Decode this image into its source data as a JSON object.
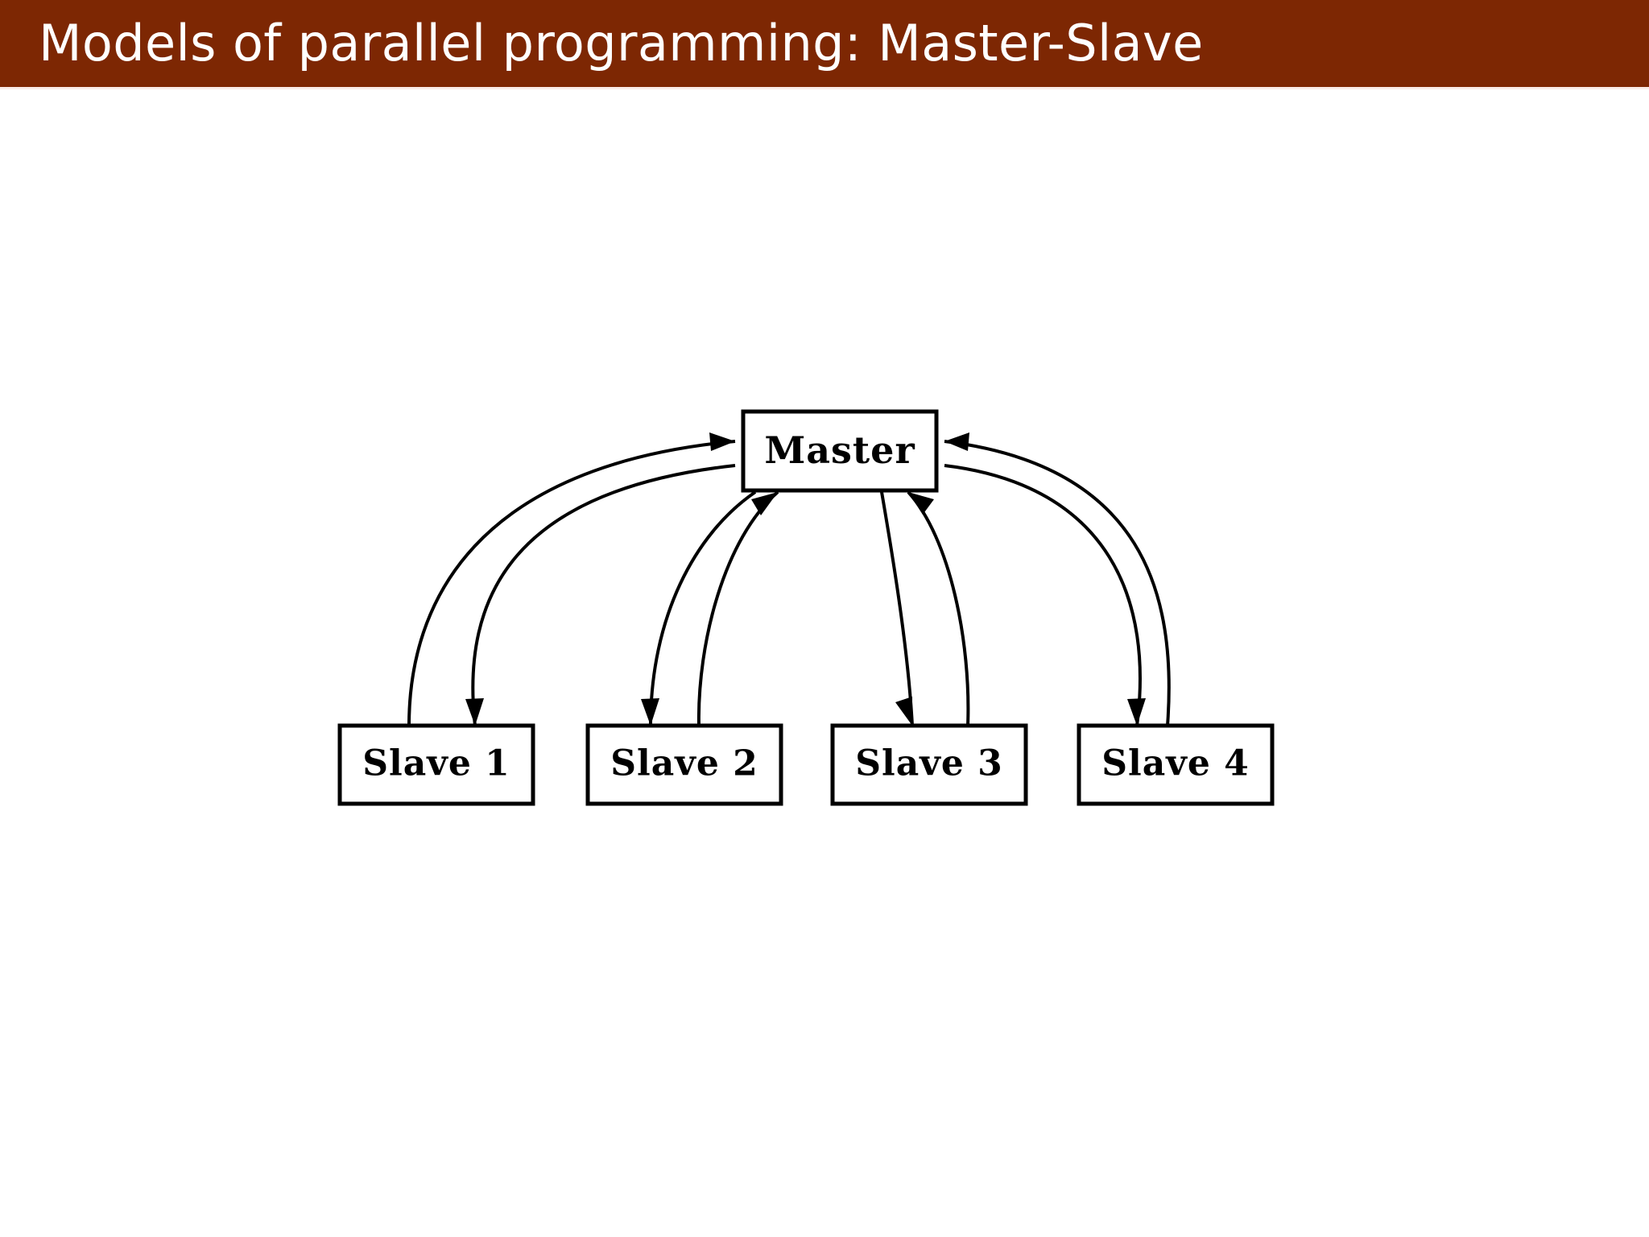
{
  "slide": {
    "title": "Models of parallel programming: Master-Slave",
    "title_bar_color": "#7d2703",
    "title_text_color": "#ffffff",
    "background_color": "#ffffff"
  },
  "diagram": {
    "type": "master-slave-topology",
    "master": {
      "label": "Master"
    },
    "slaves": [
      {
        "label": "Slave 1"
      },
      {
        "label": "Slave 2"
      },
      {
        "label": "Slave 3"
      },
      {
        "label": "Slave 4"
      }
    ],
    "edge_count": 8,
    "edge_description": "Each slave is linked to the master by two curved arrows: one pointing up into the master and one pointing down into the slave.",
    "line_color": "#000000",
    "node_fill": "#ffffff",
    "node_stroke": "#000000"
  }
}
